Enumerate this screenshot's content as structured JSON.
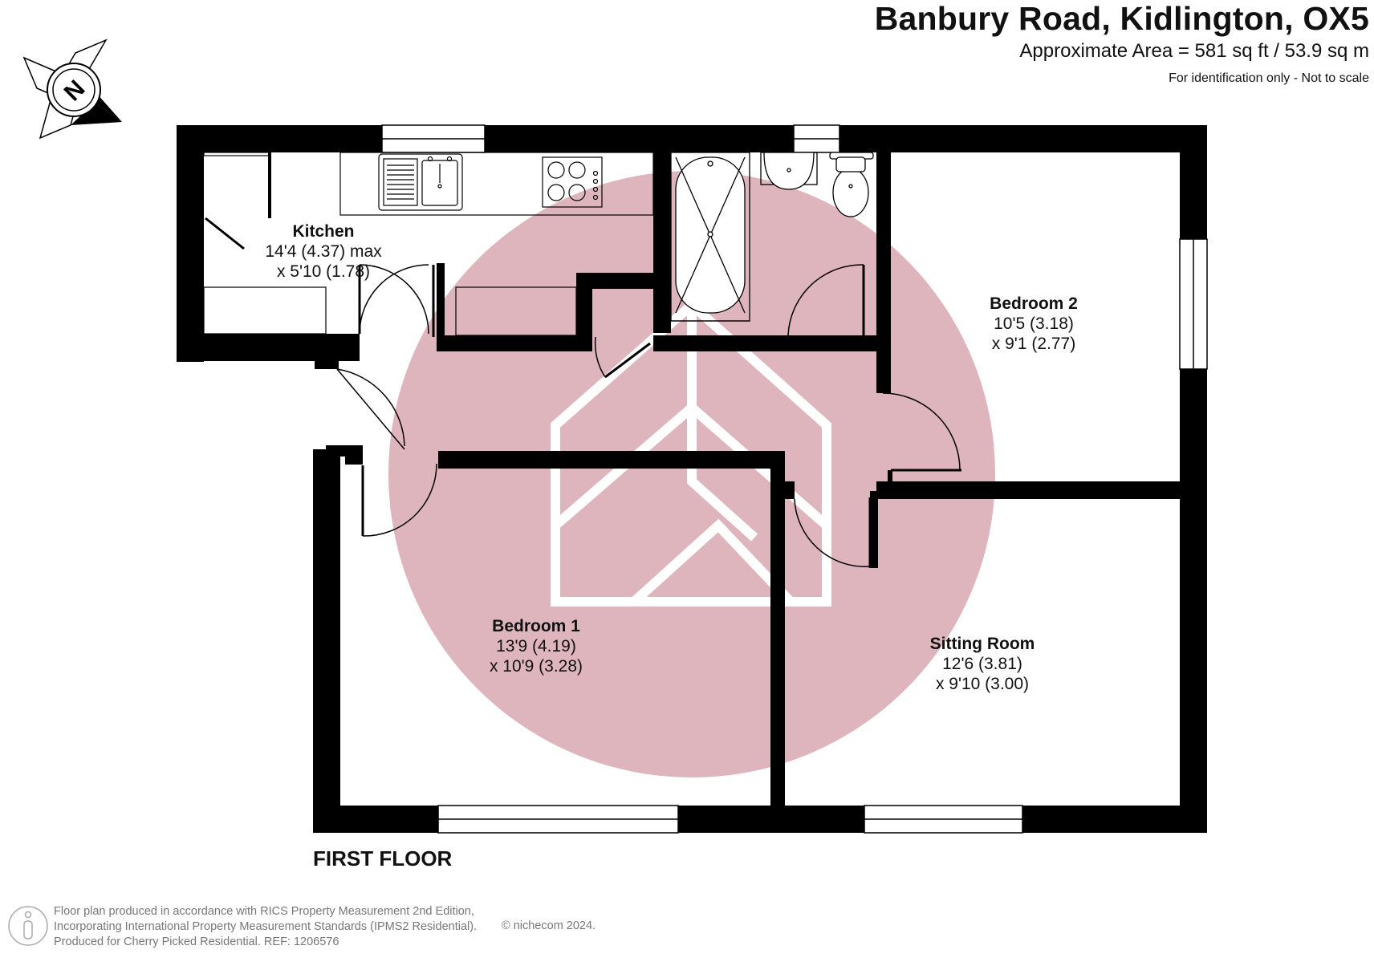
{
  "header": {
    "title": "Banbury Road, Kidlington, OX5",
    "area": "Approximate Area = 581 sq ft / 53.9 sq m",
    "note": "For identification only - Not to scale"
  },
  "compass": {
    "letter": "N",
    "icon": "compass-north-icon"
  },
  "rooms": [
    {
      "id": "kitchen",
      "name": "Kitchen",
      "dims": [
        "14'4 (4.37) max",
        "x 5'10 (1.78)"
      ]
    },
    {
      "id": "bedroom2",
      "name": "Bedroom 2",
      "dims": [
        "10'5 (3.18)",
        "x 9'1 (2.77)"
      ]
    },
    {
      "id": "bedroom1",
      "name": "Bedroom 1",
      "dims": [
        "13'9 (4.19)",
        "x 10'9 (3.28)"
      ]
    },
    {
      "id": "sitting",
      "name": "Sitting Room",
      "dims": [
        "12'6 (3.81)",
        "x 9'10 (3.00)"
      ]
    }
  ],
  "floor_label": "FIRST FLOOR",
  "footer": {
    "lines": [
      "Floor plan produced in accordance with RICS Property Measurement 2nd Edition,",
      "Incorporating International Property Measurement Standards (IPMS2 Residential).",
      "Produced for Cherry Picked Residential.   REF:  1206576"
    ],
    "copyright": "© nichecom 2024."
  },
  "colors": {
    "wall": "#000000",
    "watermark": "#deb5bd"
  },
  "icons": [
    "compass-north-icon",
    "watermark-logo",
    "info-person-icon",
    "sink-icon",
    "hob-icon",
    "bath-icon",
    "basin-icon",
    "toilet-icon"
  ]
}
